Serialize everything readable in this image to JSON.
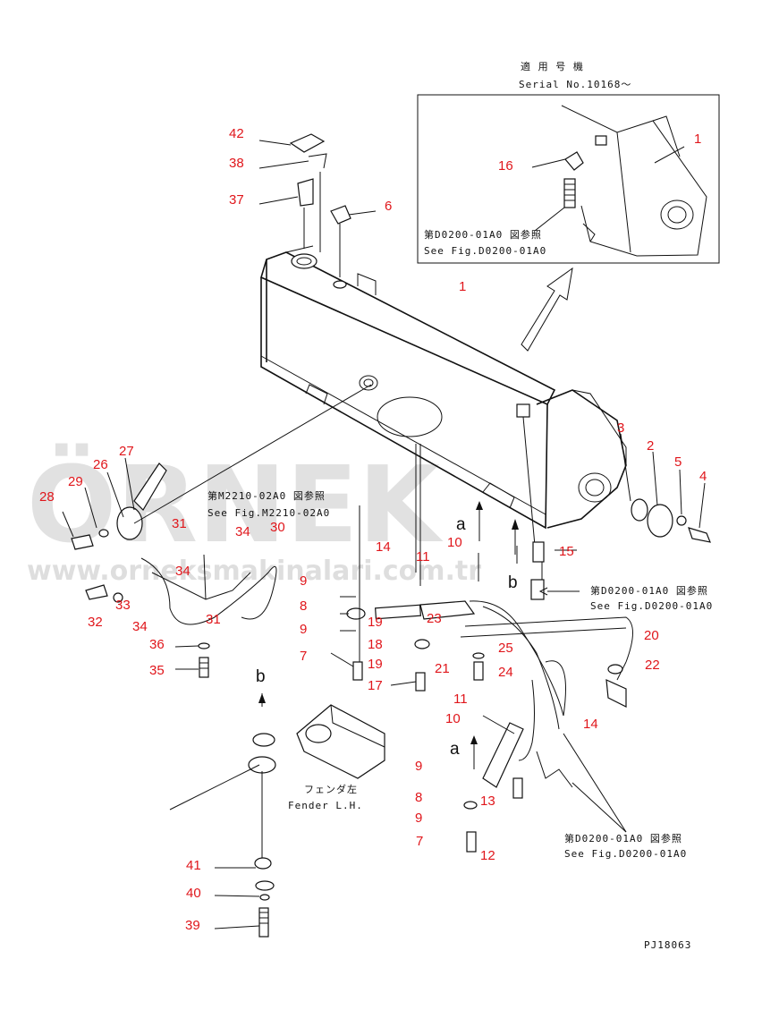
{
  "inset": {
    "title_jp": "適 用 号 機",
    "serial": "Serial No.10168～",
    "ref_jp": "第D0200-01A0 図参照",
    "ref_en": "See Fig.D0200-01A0"
  },
  "refs": {
    "m2210_jp": "第M2210-02A0 図参照",
    "m2210_en": "See Fig.M2210-02A0",
    "d0200_jp": "第D0200-01A0 図参照",
    "d0200_en": "See Fig.D0200-01A0",
    "d0200b_jp": "第D0200-01A0 図参照",
    "d0200b_en": "See Fig.D0200-01A0"
  },
  "fender": {
    "jp": "フェンダ左",
    "en": "Fender L.H."
  },
  "view_markers": [
    "a",
    "b",
    "a",
    "b"
  ],
  "drawing_code": "PJ18063",
  "watermark": {
    "brand": "ÖRNEK",
    "url": "www.orneksmakinalari.com.tr"
  },
  "part_numbers": [
    "1",
    "1",
    "2",
    "3",
    "4",
    "5",
    "6",
    "7",
    "7",
    "8",
    "8",
    "9",
    "9",
    "9",
    "9",
    "10",
    "10",
    "11",
    "11",
    "12",
    "13",
    "14",
    "14",
    "15",
    "16",
    "17",
    "18",
    "19",
    "19",
    "20",
    "21",
    "22",
    "23",
    "24",
    "25",
    "26",
    "27",
    "28",
    "29",
    "30",
    "31",
    "31",
    "32",
    "33",
    "34",
    "34",
    "34",
    "35",
    "36",
    "37",
    "38",
    "39",
    "40",
    "41",
    "42"
  ]
}
